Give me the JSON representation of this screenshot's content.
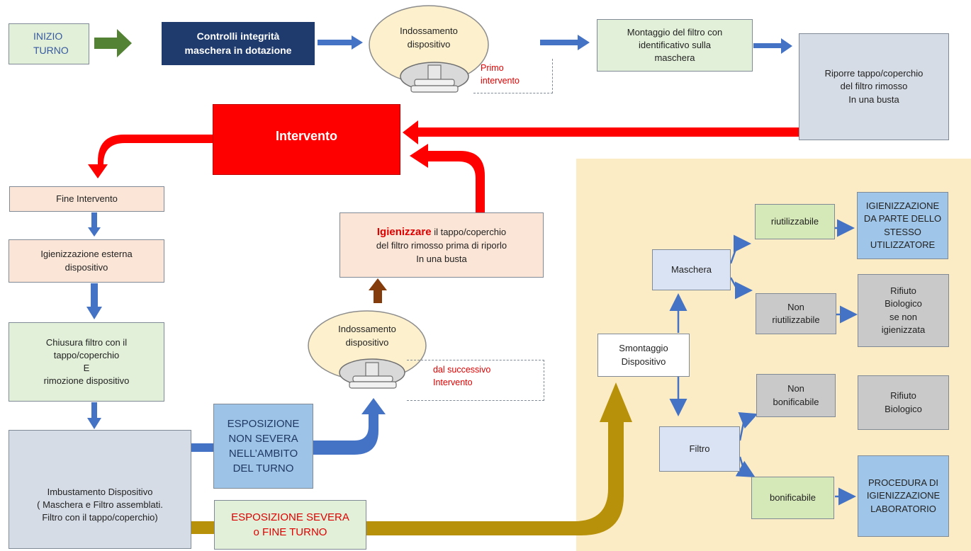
{
  "flow": {
    "inizio": [
      "INIZIO",
      "TURNO"
    ],
    "controlli": [
      "Controlli  integrità",
      "maschera in dotazione"
    ],
    "indossamento1": [
      "Indossamento",
      "dispositivo"
    ],
    "primo": [
      "Primo",
      "intervento"
    ],
    "montaggio": [
      "Montaggio del filtro con",
      "identificativo sulla",
      "maschera"
    ],
    "riporre": [
      "Riporre tappo/coperchio",
      "del filtro rimosso",
      "In una busta"
    ],
    "intervento": "Intervento",
    "fine_intervento": "Fine Intervento",
    "igienizzazione_esterna": [
      "Igienizzazione esterna",
      "dispositivo"
    ],
    "chiusura": [
      "Chiusura filtro con il",
      "tappo/coperchio",
      "E",
      "rimozione dispositivo"
    ],
    "imbustamento": [
      "Imbustamento Dispositivo",
      "( Maschera e Filtro assemblati.",
      "Filtro con il tappo/coperchio)"
    ],
    "esposizione_non_severa": [
      "ESPOSIZIONE",
      "NON SEVERA",
      "NELL’AMBITO",
      "DEL TURNO"
    ],
    "esposizione_severa": [
      "ESPOSIZIONE SEVERA",
      "o FINE TURNO"
    ],
    "indossamento2": [
      "Indossamento",
      "dispositivo"
    ],
    "successivo": [
      "dal successivo",
      "Intervento"
    ],
    "igienizzare_bold": "Igienizzare",
    "igienizzare_rest": [
      " il tappo/coperchio",
      "del filtro rimosso prima di riporlo",
      "In una busta"
    ],
    "smontaggio": [
      "Smontaggio",
      "Dispositivo"
    ],
    "maschera": "Maschera",
    "filtro": "Filtro",
    "riutilizzabile": "riutilizzabile",
    "non_riutilizzabile": [
      "Non",
      "riutilizzabile"
    ],
    "non_bonificabile": [
      "Non",
      "bonificabile"
    ],
    "bonificabile": "bonificabile",
    "igienizzazione_utilizzatore": [
      "IGIENIZZAZIONE",
      "DA PARTE DELLO",
      "STESSO",
      "UTILIZZATORE"
    ],
    "rifiuto_non_igienizzata": [
      "Rifiuto",
      "Biologico",
      "se non",
      "igienizzata"
    ],
    "rifiuto_biologico": [
      "Rifiuto",
      "Biologico"
    ],
    "procedura": [
      "PROCEDURA DI",
      "IGIENIZZAZIONE",
      "LABORATORIO"
    ]
  },
  "colors": {
    "blue_arrow": "#4472c4",
    "green_arrow": "#548235",
    "red_arrow": "#ff0000",
    "brown_arrow": "#843c0c",
    "gold_arrow": "#b8910a",
    "panel": "#fcecc6"
  }
}
